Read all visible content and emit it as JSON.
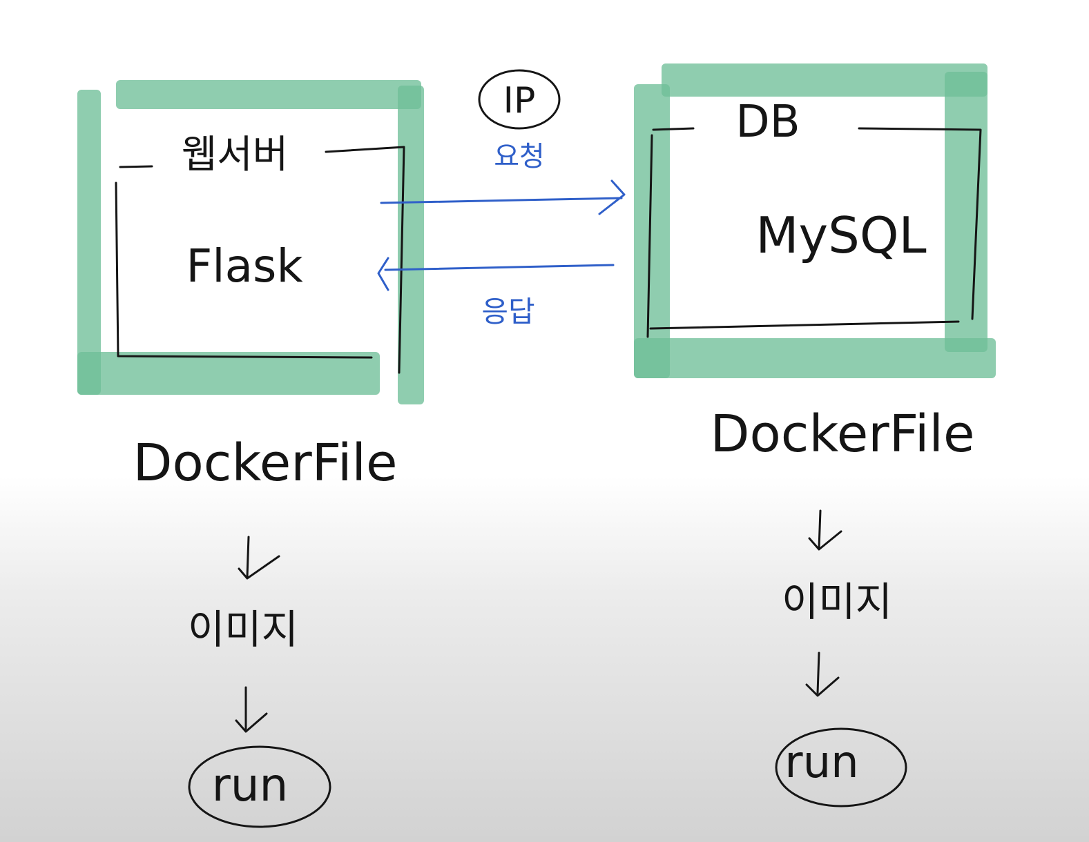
{
  "colors": {
    "highlight": "#6fbf98",
    "ink": "#151515",
    "arrow": "#2f5fc9",
    "background": "#ffffff",
    "background_bottom": "#d2d2d2"
  },
  "left": {
    "label": "웹서버",
    "app": "Flask",
    "dockerfile": "DockerFile",
    "image": "이미지",
    "run": "run"
  },
  "right": {
    "label": "DB",
    "app": "MySQL",
    "dockerfile": "DockerFile",
    "image": "이미지",
    "run": "run"
  },
  "connection": {
    "ip": "IP",
    "request": "요청",
    "response": "응답"
  },
  "icons": {
    "down_arrow": "down-arrow-icon",
    "right_arrow": "right-arrow-icon",
    "left_arrow": "left-arrow-icon"
  }
}
